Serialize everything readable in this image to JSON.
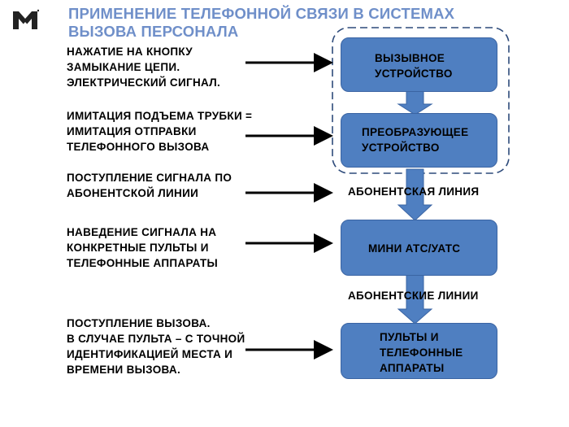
{
  "title": {
    "line1": "ПРИМЕНЕНИЕ ТЕЛЕФОННОЙ СВЯЗИ В СИСТЕМАХ",
    "line2": "ВЫЗОВА ПЕРСОНАЛА"
  },
  "steps": [
    {
      "lines": [
        "НАЖАТИЕ НА КНОПКУ",
        "ЗАМЫКАНИЕ ЦЕПИ.",
        "ЭЛЕКТРИЧЕСКИЙ СИГНАЛ."
      ]
    },
    {
      "lines": [
        "ИМИТАЦИЯ ПОДЪЕМА ТРУБКИ =",
        "ИМИТАЦИЯ ОТПРАВКИ",
        "ТЕЛЕФОННОГО ВЫЗОВА"
      ]
    },
    {
      "lines": [
        "ПОСТУПЛЕНИЕ СИГНАЛА ПО",
        "АБОНЕНТСКОЙ ЛИНИИ"
      ]
    },
    {
      "lines": [
        "НАВЕДЕНИЕ СИГНАЛА НА",
        "КОНКРЕТНЫЕ ПУЛЬТЫ И",
        "ТЕЛЕФОННЫЕ АППАРАТЫ"
      ]
    },
    {
      "lines": [
        "ПОСТУПЛЕНИЕ ВЫЗОВА.",
        "В СЛУЧАЕ ПУЛЬТА – С ТОЧНОЙ",
        "ИДЕНТИФИКАЦИЕЙ МЕСТА И",
        "ВРЕМЕНИ ВЫЗОВА."
      ]
    }
  ],
  "boxes": [
    {
      "lines": [
        "ВЫЗЫВНОЕ",
        "УСТРОЙСТВО"
      ]
    },
    {
      "lines": [
        "ПРЕОБРАЗУЮЩЕЕ",
        "УСТРОЙСТВО"
      ]
    },
    {
      "lines": [
        "МИНИ АТС/УАТС"
      ]
    },
    {
      "lines": [
        "ПУЛЬТЫ И",
        "ТЕЛЕФОННЫЕ",
        "АППАРАТЫ"
      ]
    }
  ],
  "line_labels": {
    "single": "АБОНЕНТСКАЯ ЛИНИЯ",
    "multiple": "АБОНЕНТСКИЕ ЛИНИИ"
  },
  "colors": {
    "title": "#6f8fc9",
    "box_fill": "#4f7fc1",
    "logo": "#222222"
  }
}
